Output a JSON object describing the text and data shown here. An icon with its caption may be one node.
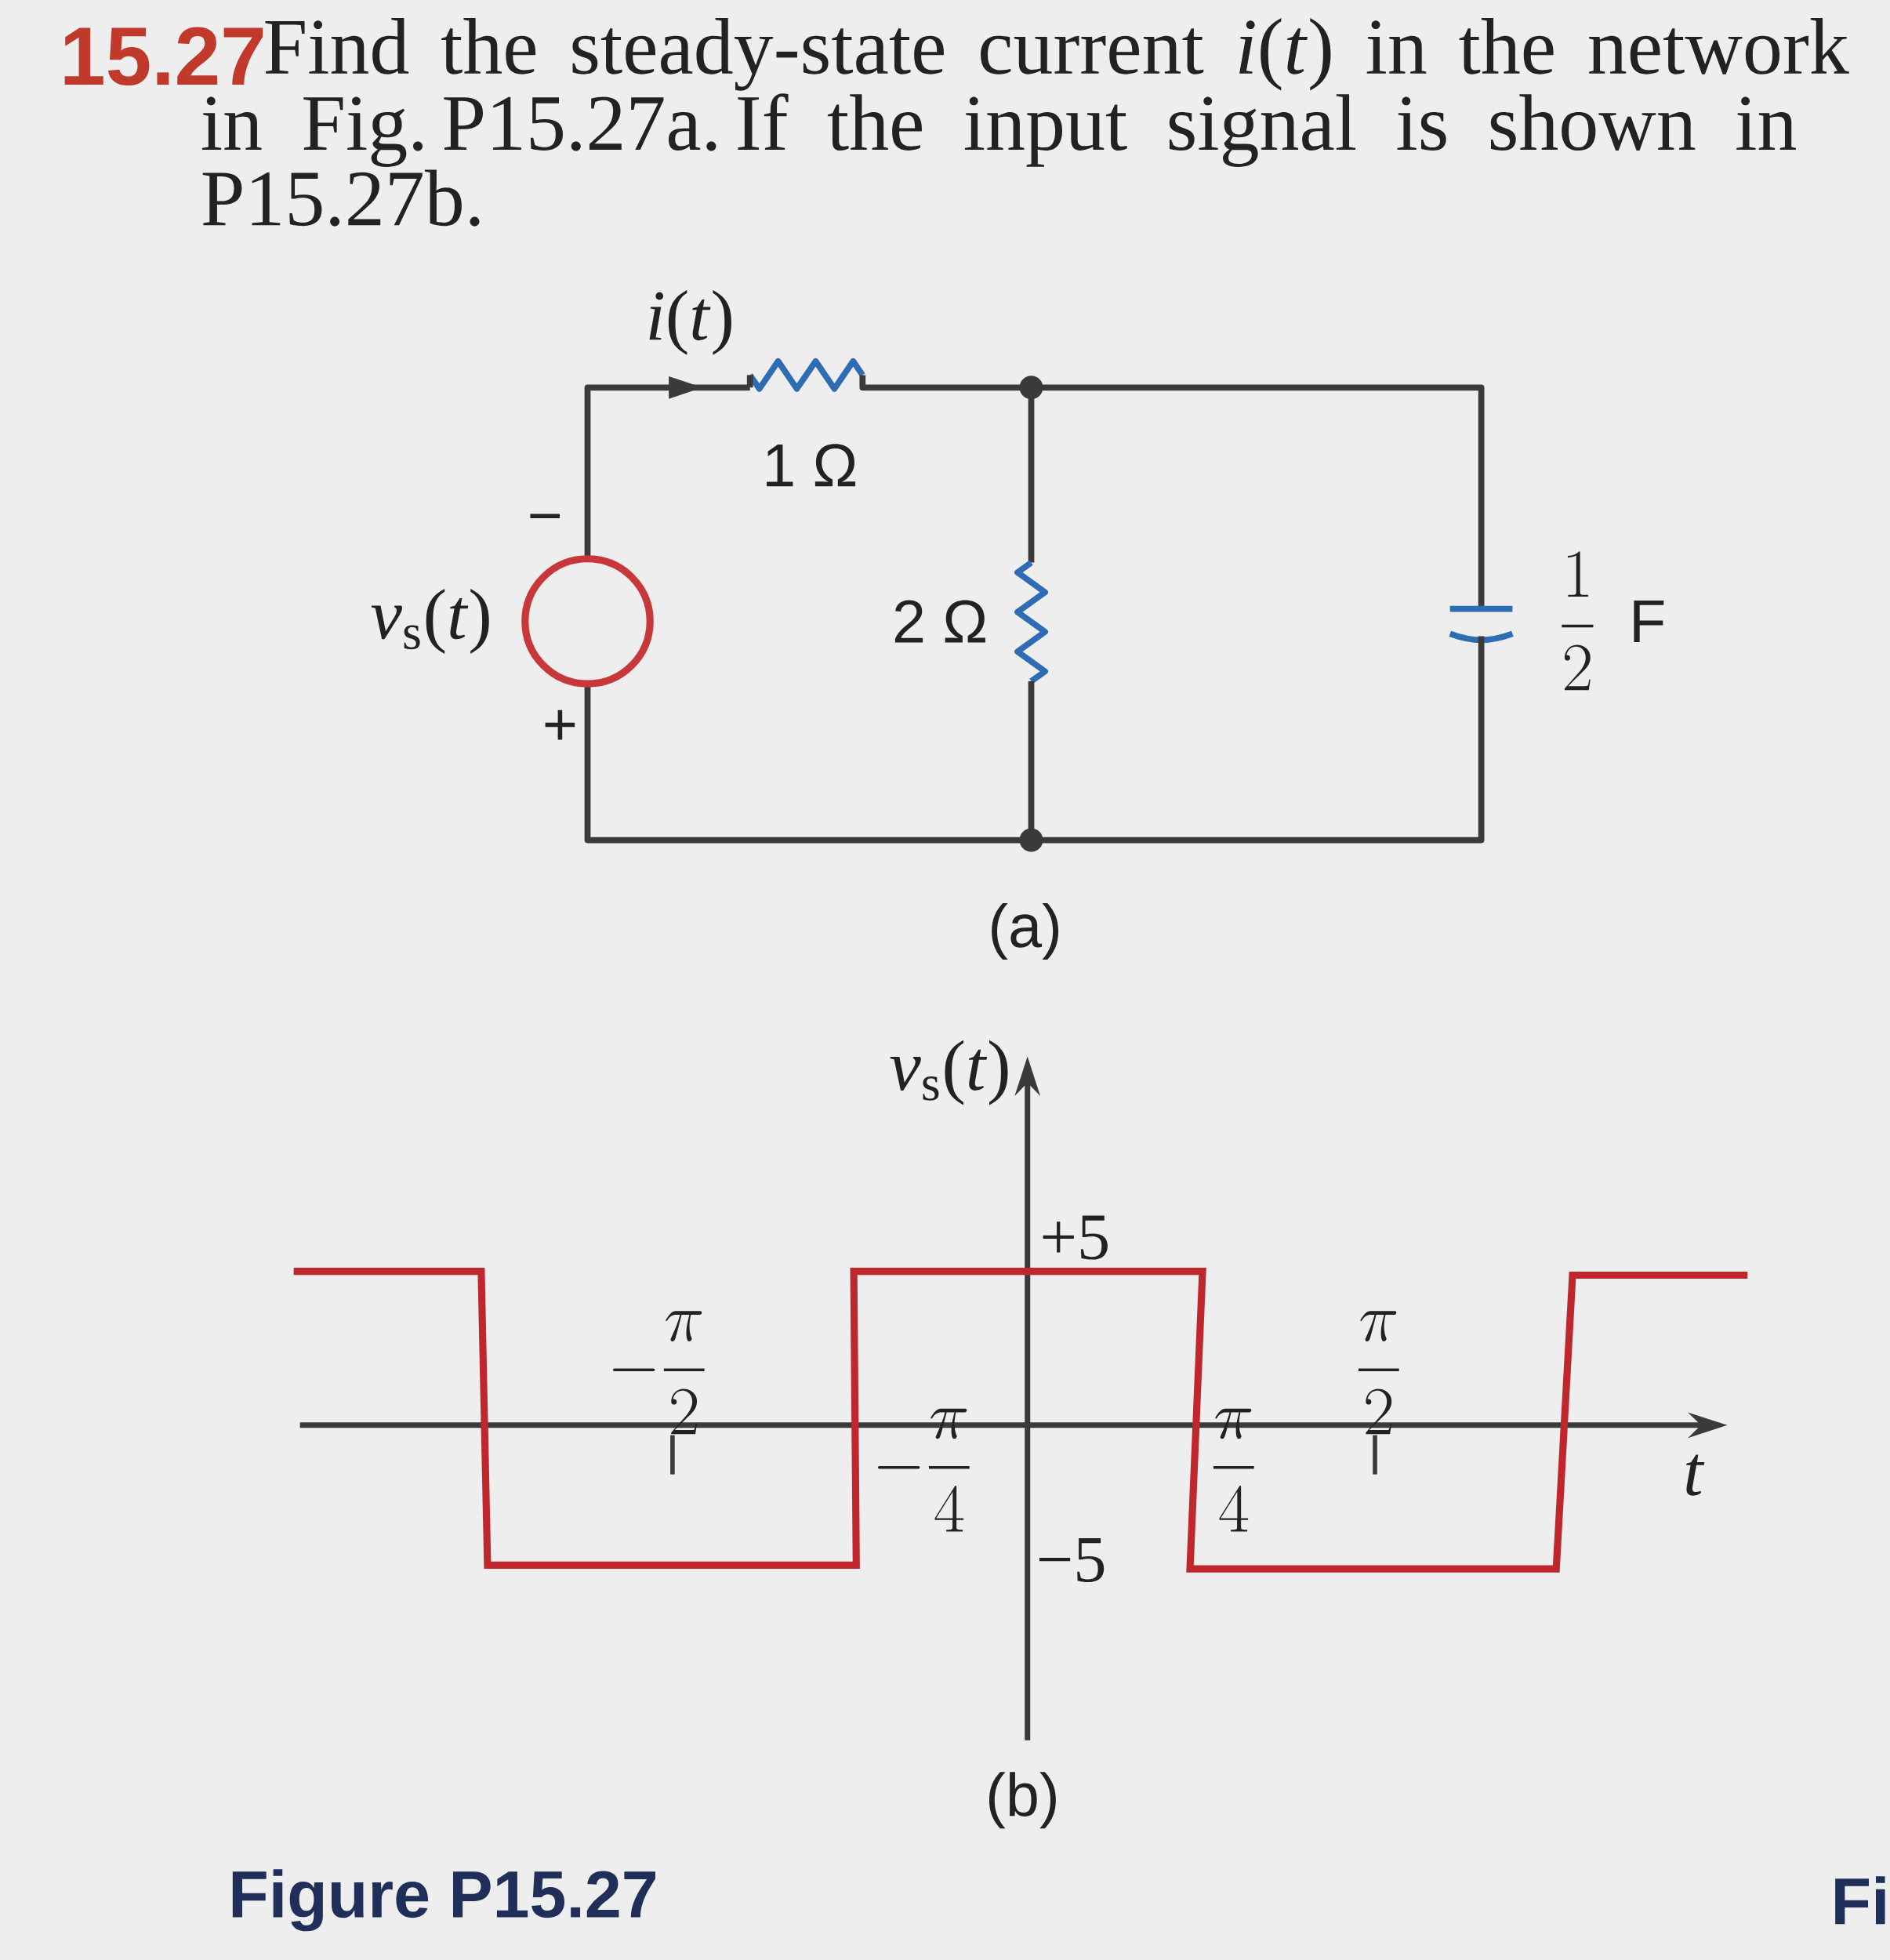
{
  "diagram": {
    "title": "Find the steady-state current *i*(*t*) in the network in Fig. P15.27a. If the input signal is shown in P15.27b.",
    "labels": [
      "15.27",
      "*i*(*t*)",
      "1 Ω",
      "−",
      "*v*$_{s}$(*t*)",
      "2 Ω",
      "\\frac{1}{2}",
      "F",
      "+",
      "(a)",
      "*v*$_{s}$(*t*)",
      "+5",
      "-\\frac{\\pi}{2}",
      "\\frac{\\pi}{2}",
      "-\\frac{\\pi}{4}",
      "\\frac{\\pi}{4}",
      "*t*",
      "−5",
      "(b)",
      "Figure P15.27",
      "Fi"
    ]
  }
}
